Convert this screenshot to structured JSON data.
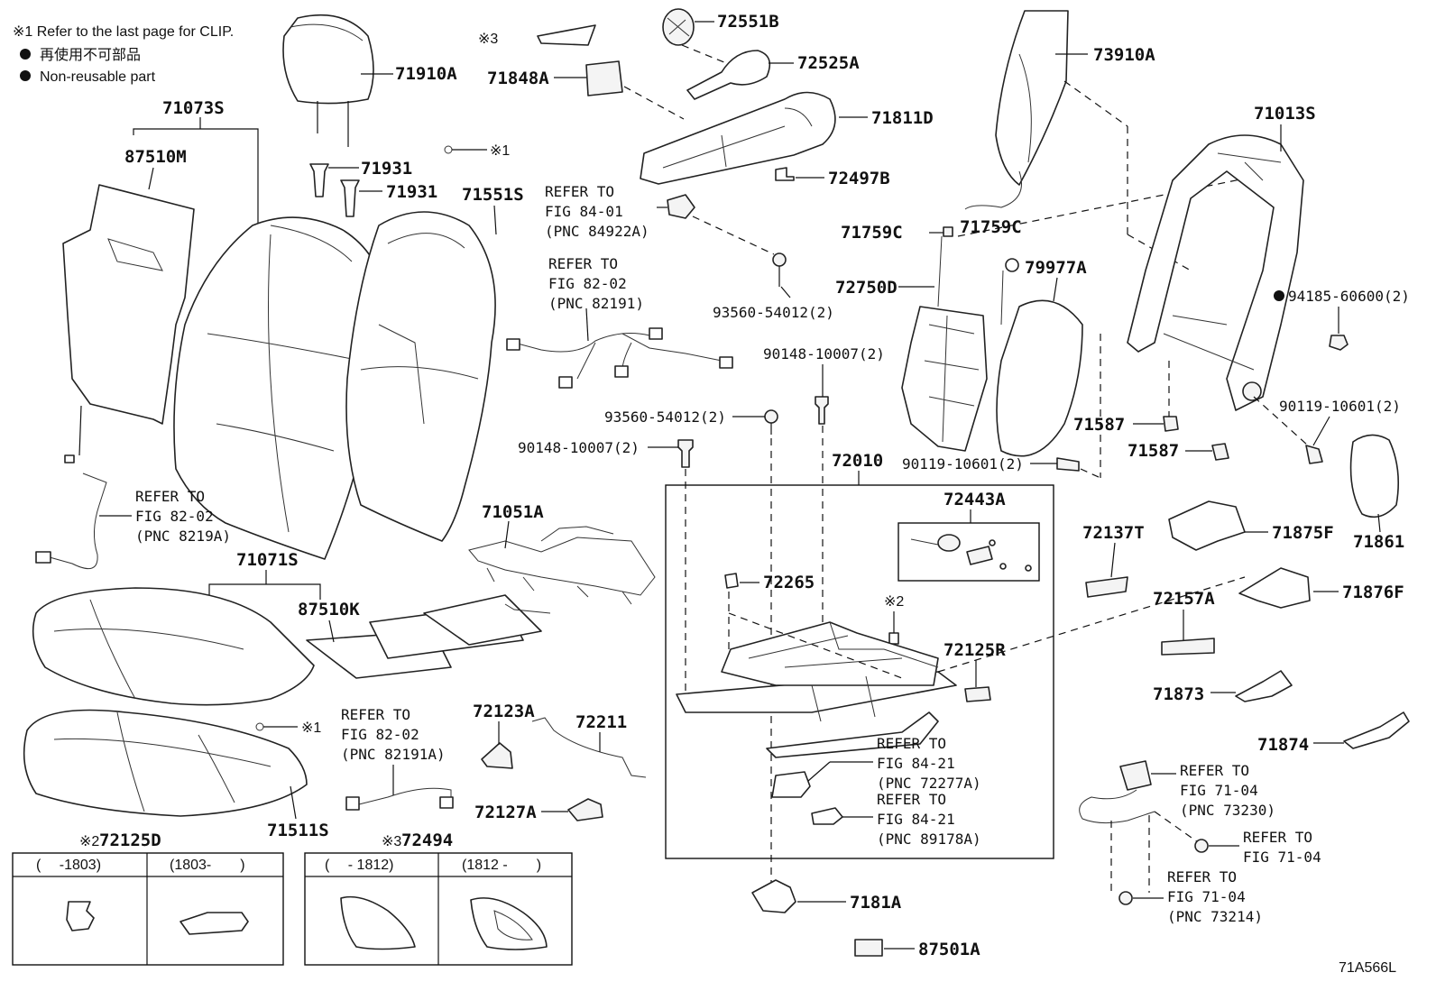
{
  "notes": {
    "clip_note": "※1 Refer to the last page for CLIP.",
    "nonreusable_jp": "再使用不可部品",
    "nonreusable_en": "Non-reusable part",
    "clip_mark": "※1",
    "mark2": "※2",
    "mark3": "※3",
    "diagram_code": "71A566L"
  },
  "parts": {
    "p71910A": "71910A",
    "p71073S": "71073S",
    "p87510M": "87510M",
    "p71931a": "71931",
    "p71931b": "71931",
    "p71551S": "71551S",
    "p71071S": "71071S",
    "p87510K": "87510K",
    "p71511S": "71511S",
    "p72125D": "72125D",
    "p72494": "72494",
    "p71848A": "71848A",
    "p72551B": "72551B",
    "p72525A": "72525A",
    "p71811D": "71811D",
    "p72497B": "72497B",
    "p93560a": "93560-54012(2)",
    "p93560b": "93560-54012(2)",
    "p90148a": "90148-10007(2)",
    "p90148b": "90148-10007(2)",
    "p71051A": "71051A",
    "p72010": "72010",
    "p72443A": "72443A",
    "p72265": "72265",
    "p72125R": "72125R",
    "p72123A": "72123A",
    "p72211": "72211",
    "p72127A": "72127A",
    "p7181A": "7181A",
    "p87501A": "87501A",
    "p73910A": "73910A",
    "p71759Ca": "71759C",
    "p71759Cb": "71759C",
    "p72750D": "72750D",
    "p79977A": "79977A",
    "p71013S": "71013S",
    "p94185": "94185-60600(2)",
    "p90119a": "90119-10601(2)",
    "p90119b": "90119-10601(2)",
    "p71587a": "71587",
    "p71587b": "71587",
    "p71861": "71861",
    "p72137T": "72137T",
    "p71875F": "71875F",
    "p72157A": "72157A",
    "p71876F": "71876F",
    "p71873": "71873",
    "p71874": "71874"
  },
  "refs": {
    "r1": [
      "REFER TO",
      "FIG 84-01",
      "(PNC 84922A)"
    ],
    "r2": [
      "REFER TO",
      "FIG 82-02",
      "(PNC 82191)"
    ],
    "r3": [
      "REFER TO",
      "FIG 82-02",
      "(PNC 8219A)"
    ],
    "r4": [
      "REFER TO",
      "FIG 82-02",
      "(PNC 82191A)"
    ],
    "r5": [
      "REFER TO",
      "FIG 84-21",
      "(PNC 72277A)"
    ],
    "r6": [
      "REFER TO",
      "FIG 84-21",
      "(PNC 89178A)"
    ],
    "r7": [
      "REFER TO",
      "FIG 71-04",
      "(PNC 73230)"
    ],
    "r8": [
      "REFER TO",
      "FIG 71-04"
    ],
    "r9": [
      "REFER TO",
      "FIG 71-04",
      "(PNC 73214)"
    ]
  },
  "tables": {
    "t72125D": {
      "col1": "(　 -1803)",
      "col2": "(1803-　　)"
    },
    "t72494": {
      "col1": "(　 - 1812)",
      "col2": "(1812 -　　)"
    }
  }
}
